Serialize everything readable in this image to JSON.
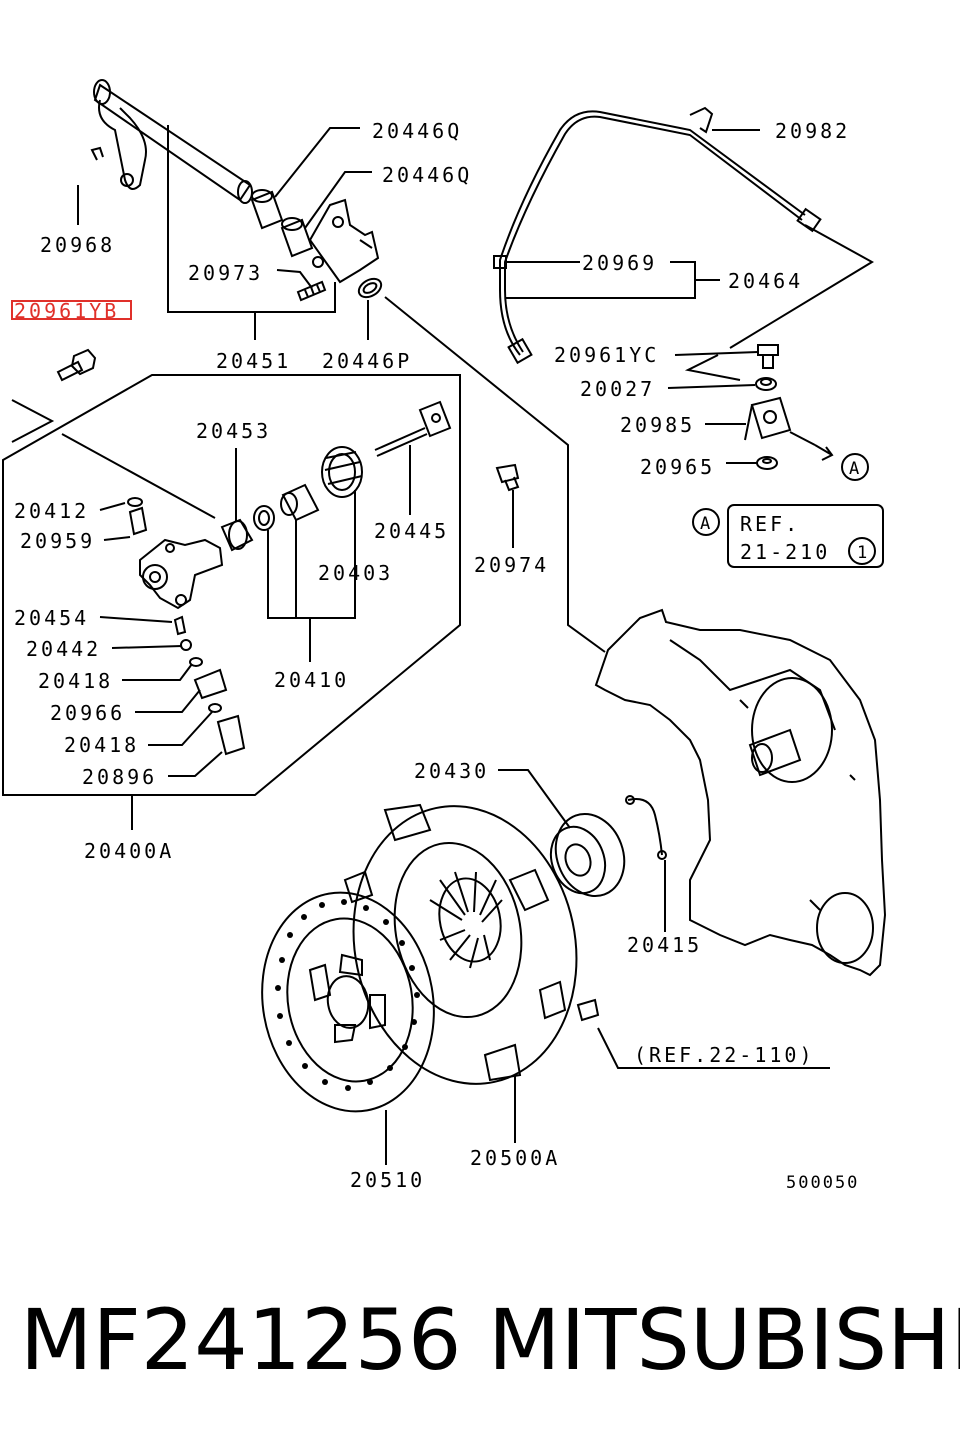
{
  "labels": {
    "p20446q_a": "20446Q",
    "p20446q_b": "20446Q",
    "p20968": "20968",
    "p20973": "20973",
    "p20961yb": "20961YB",
    "p20451": "20451",
    "p20446p": "20446P",
    "p20982": "20982",
    "p20969": "20969",
    "p20464": "20464",
    "p20961yc": "20961YC",
    "p20027": "20027",
    "p20985": "20985",
    "p20965": "20965",
    "mark_a_1": "A",
    "mark_a_2": "A",
    "ref_line1": "REF.",
    "ref_line2": "21-210",
    "ref_circle": "1",
    "p20453": "20453",
    "p20412": "20412",
    "p20959": "20959",
    "p20445": "20445",
    "p20403": "20403",
    "p20974": "20974",
    "p20454": "20454",
    "p20442": "20442",
    "p20418_a": "20418",
    "p20410": "20410",
    "p20966": "20966",
    "p20418_b": "20418",
    "p20896": "20896",
    "p20400a": "20400A",
    "p20430": "20430",
    "p20415": "20415",
    "ref22": "(REF.22-110)",
    "p20510": "20510",
    "p20500a": "20500A",
    "diagram_no": "500050"
  },
  "footer": {
    "part_number": "MF241256",
    "brand": "MITSUBISHI"
  },
  "colors": {
    "line": "#000000",
    "highlight": "#e0302a"
  }
}
